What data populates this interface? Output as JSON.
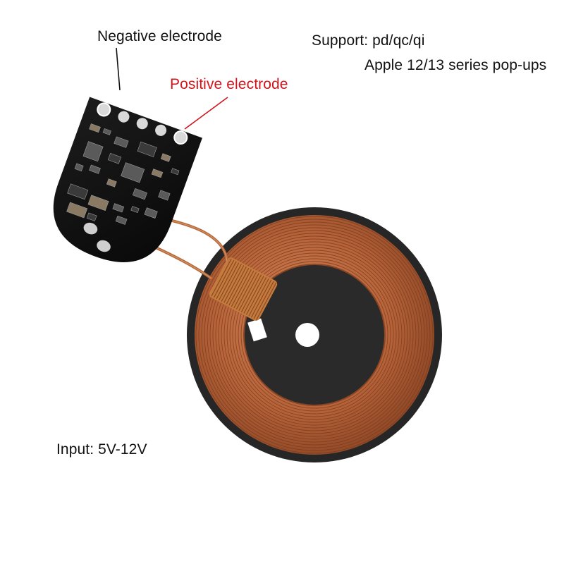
{
  "labels": {
    "negative_electrode": "Negative electrode",
    "positive_electrode": "Positive electrode",
    "support": "Support: pd/qc/qi",
    "apple": "Apple 12/13 series pop-ups",
    "input": "Input: 5V-12V"
  },
  "colors": {
    "positive_label": "#d0141c",
    "text": "#111111",
    "pcb": "#121212",
    "coil_base": "#b8643a",
    "coil_dark": "#7a3a1c",
    "disc": "#262626"
  }
}
